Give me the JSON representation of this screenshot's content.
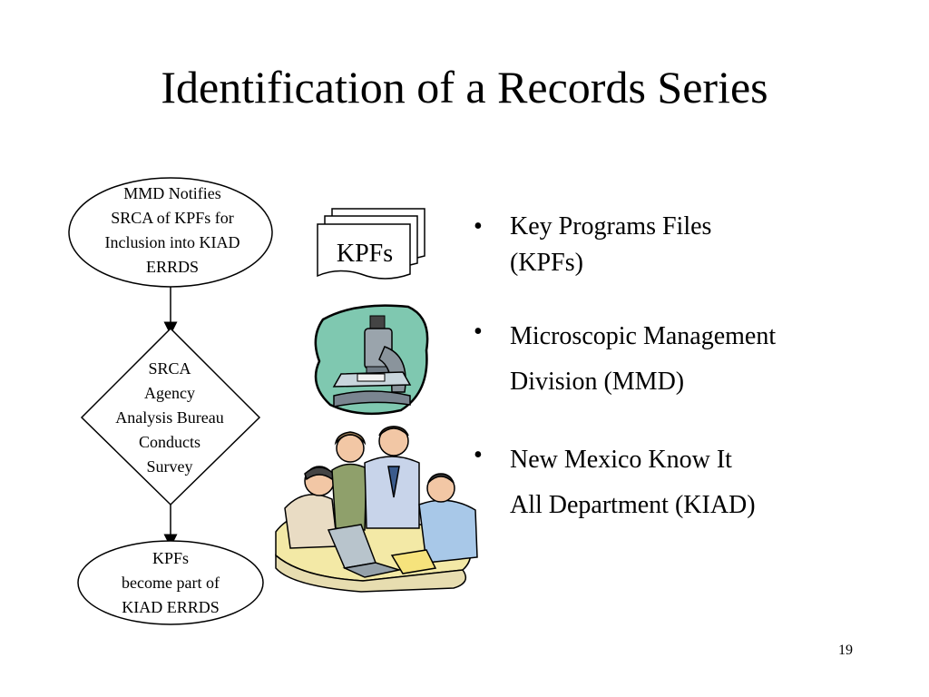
{
  "slide": {
    "title": "Identification of a Records Series",
    "page_number": "19"
  },
  "flowchart": {
    "node1": [
      "MMD Notifies",
      "SRCA of KPFs for",
      "Inclusion into KIAD",
      "ERRDS"
    ],
    "node2": [
      "SRCA",
      "Agency",
      "Analysis Bureau",
      "Conducts",
      "Survey"
    ],
    "node3": [
      "KPFs",
      "become part of",
      "KIAD ERRDS"
    ]
  },
  "document_icon": {
    "label": "KPFs"
  },
  "bullets": [
    {
      "lines": [
        "Key Programs Files",
        "(KPFs)"
      ]
    },
    {
      "lines": [
        "Microscopic Management",
        "Division (MMD)"
      ]
    },
    {
      "lines": [
        "New Mexico Know It",
        "All Department (KIAD)"
      ]
    }
  ],
  "bullet_glyph": "•",
  "colors": {
    "microscope_blob": "#7fc8b0",
    "microscope_body": "#9aa4ac",
    "paper": "#f3e9a6"
  }
}
